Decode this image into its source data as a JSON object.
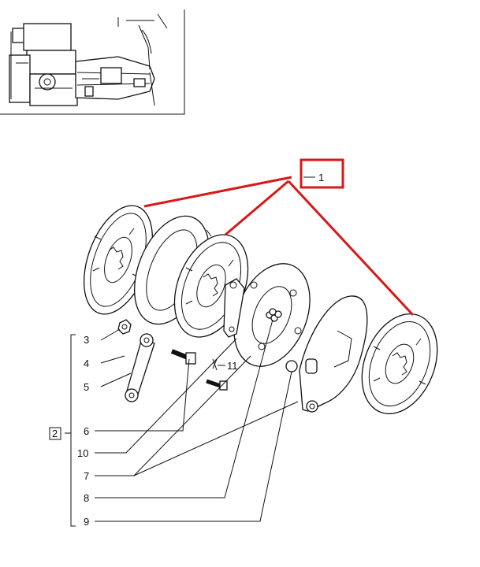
{
  "colors": {
    "ink": "#111111",
    "highlight": "#d81818",
    "paper": "#ffffff"
  },
  "labels": {
    "p1": "1",
    "p2": "2",
    "p3": "3",
    "p4": "4",
    "p5": "5",
    "p6": "6",
    "p7": "7",
    "p8": "8",
    "p9": "9",
    "p10": "10",
    "p11": "11"
  }
}
